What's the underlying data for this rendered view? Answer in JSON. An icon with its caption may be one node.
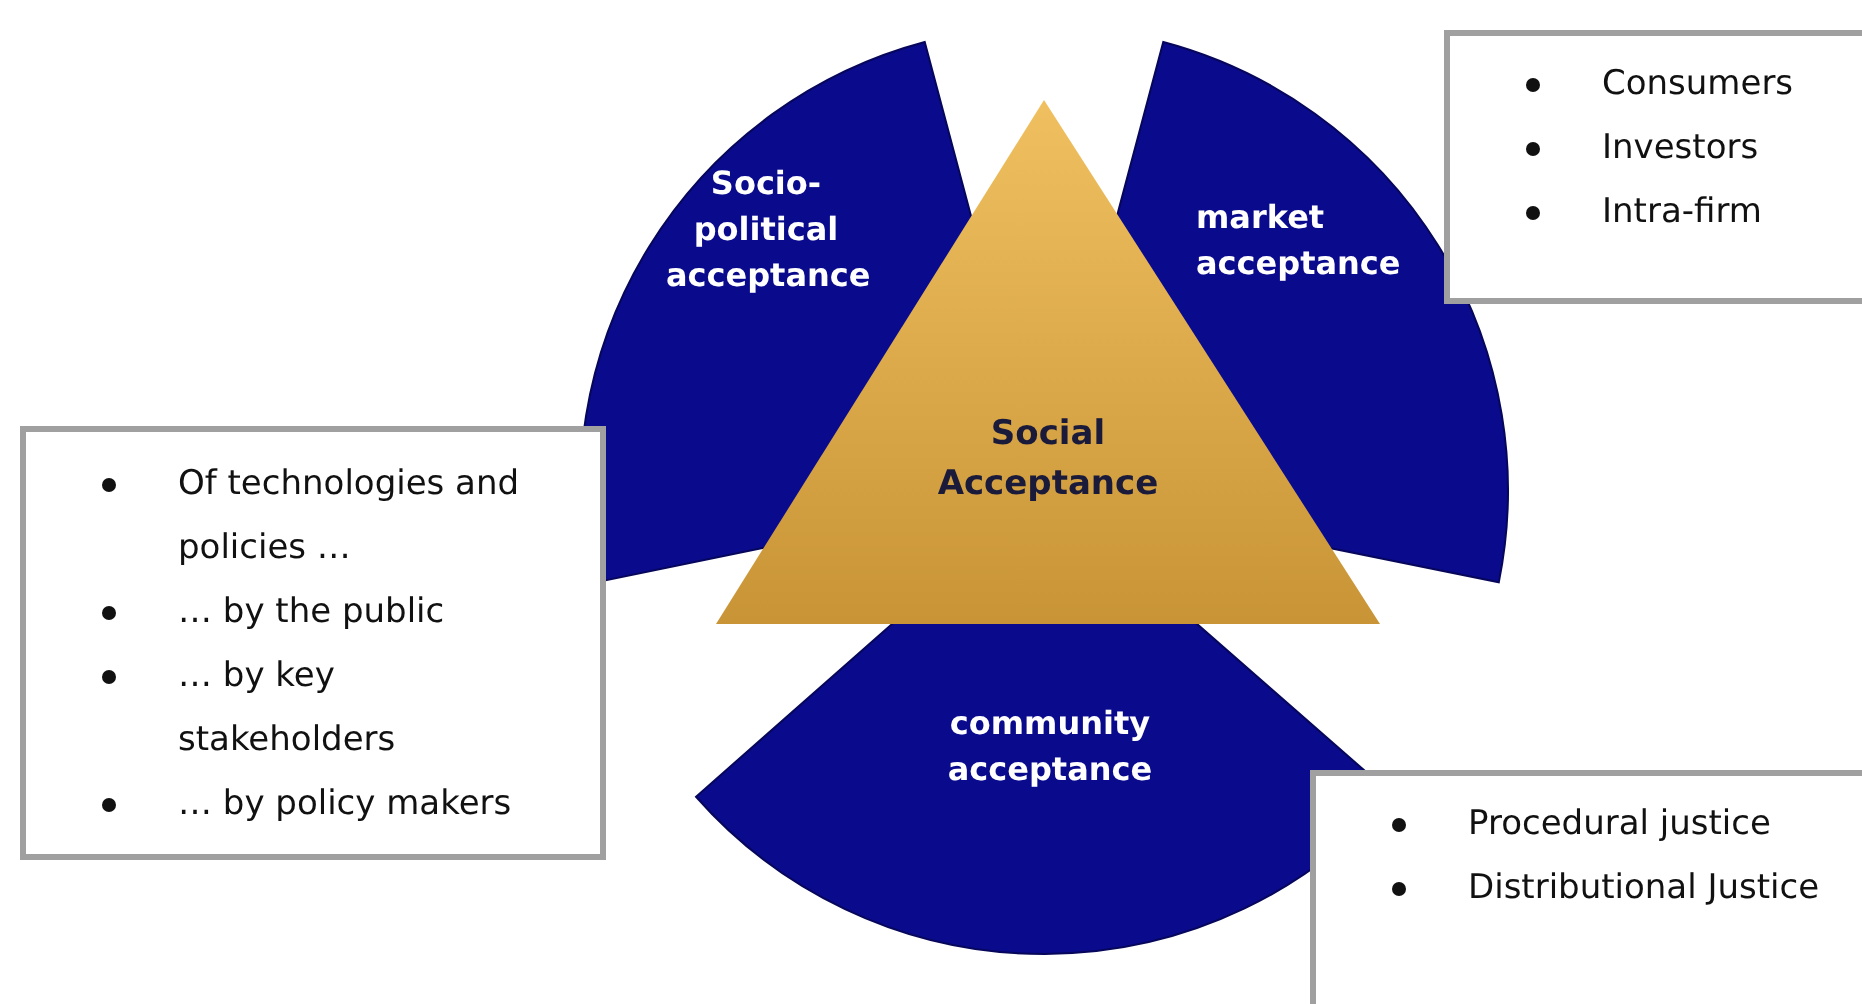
{
  "diagram": {
    "nodes": [
      {
        "text": [
          "Socio-political acceptance"
        ]
      },
      {
        "text": [
          "market acceptance"
        ]
      },
      {
        "text": [
          "community acceptance"
        ]
      },
      {
        "text": [
          "Social Acceptance"
        ]
      },
      {
        "text": [
          "Consumers",
          "Investors",
          "Intra-firm"
        ]
      },
      {
        "text": [
          "Of technologies and policies …",
          "… by the public",
          "… by key stakeholders",
          "… by policy makers"
        ]
      },
      {
        "text": [
          "Procedural justice",
          "Distributional Justice"
        ]
      }
    ],
    "edges": []
  }
}
